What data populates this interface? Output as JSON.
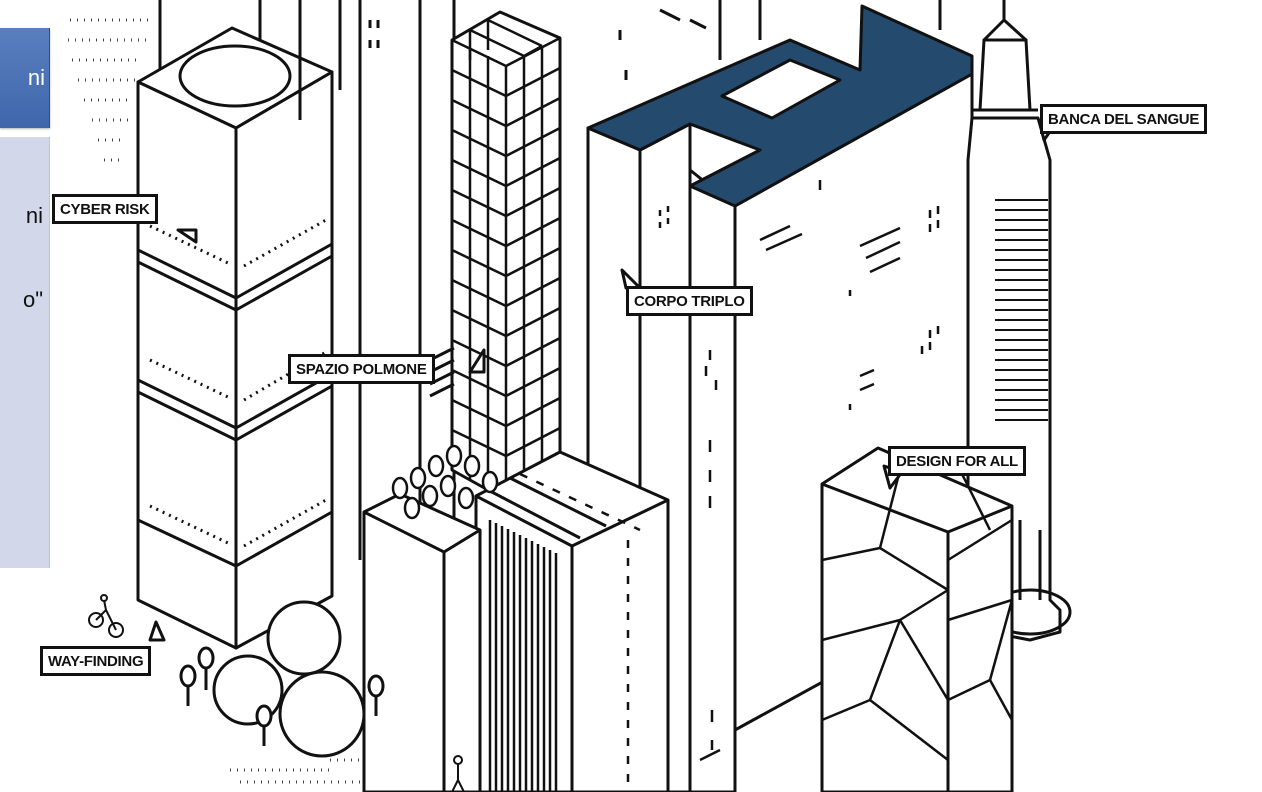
{
  "panel": {
    "header_text": "ni",
    "lines": [
      "ni",
      "o\""
    ]
  },
  "labels": {
    "cyber_risk": "CYBER RISK",
    "spazio_polmone": "SPAZIO POLMONE",
    "corpo_triplo": "CORPO TRIPLO",
    "banca_del_sangue": "BANCA DEL SANGUE",
    "design_for_all": "DESIGN FOR ALL",
    "way_finding": "WAY-FINDING"
  },
  "colors": {
    "accent_roof": "#244a6e",
    "ink": "#111111",
    "panel_header": "#4a70b3",
    "panel_body": "#d2d8ea"
  }
}
